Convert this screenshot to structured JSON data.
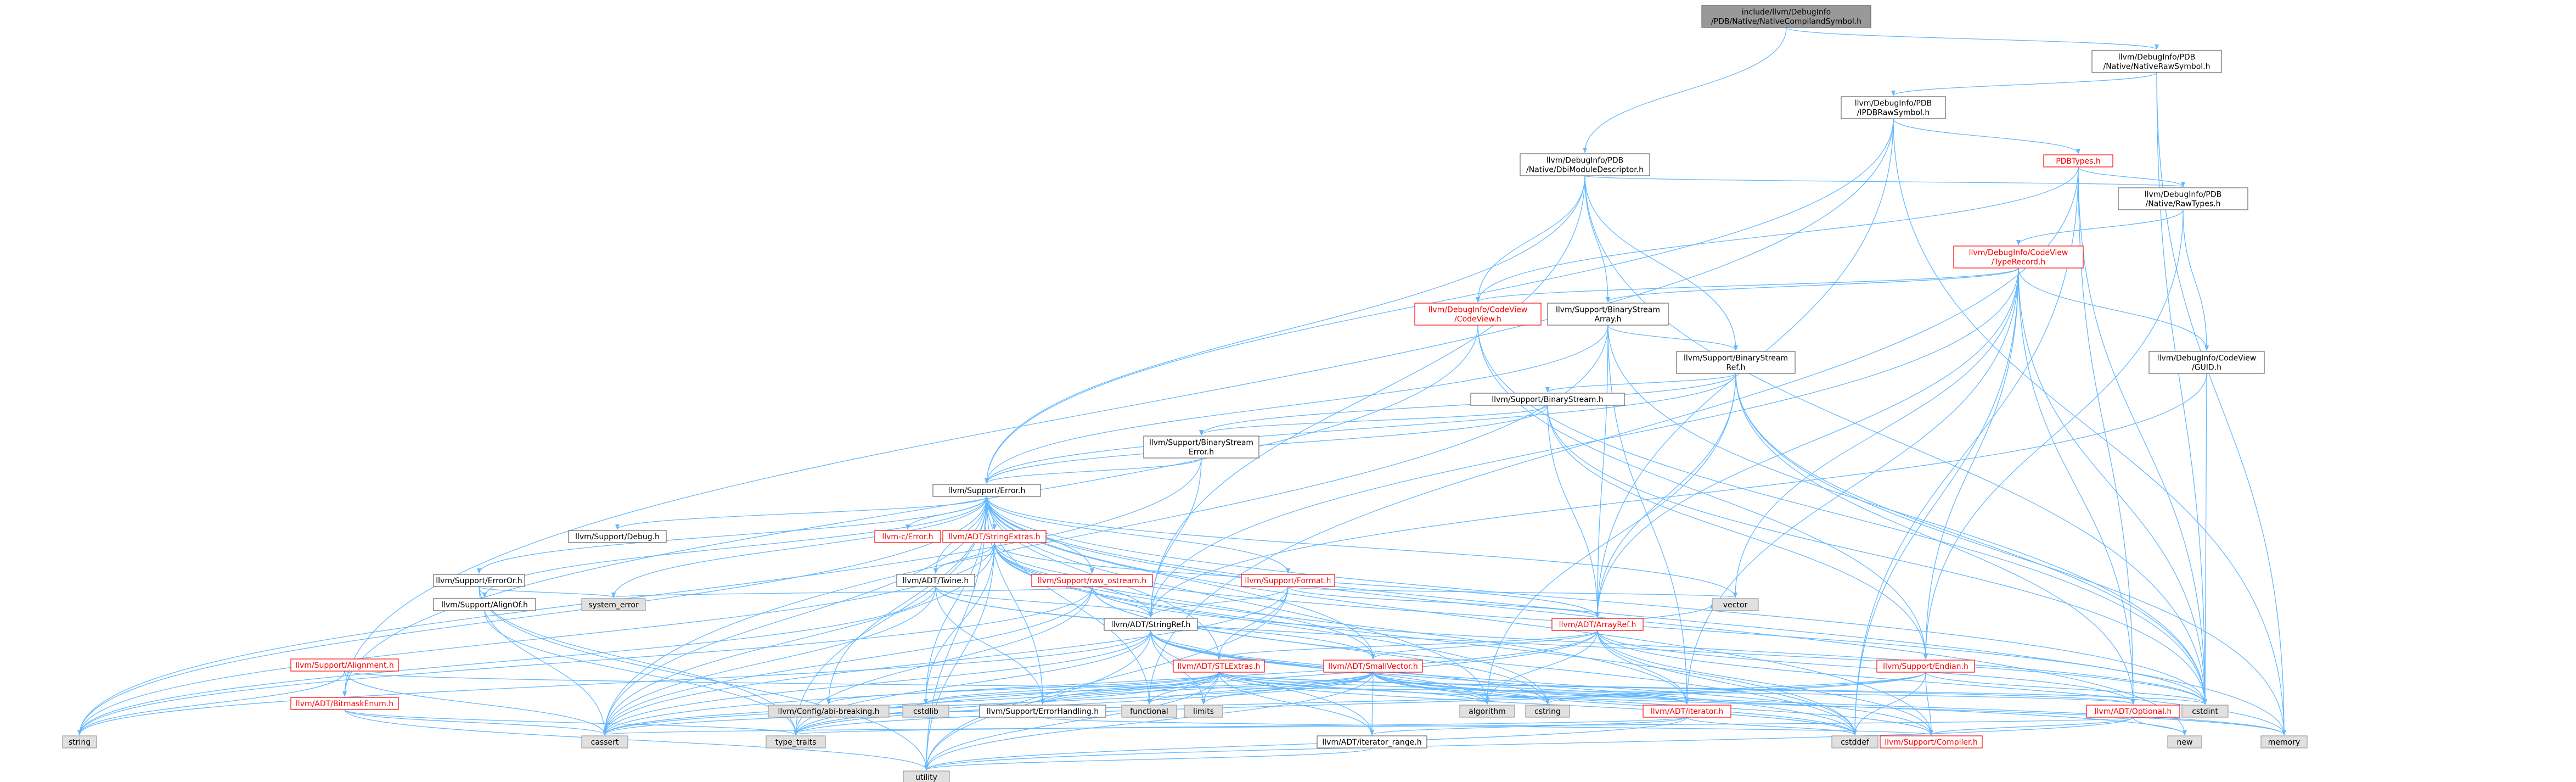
{
  "colors": {
    "root_fill": "#999999",
    "normal_fill": "#ffffff",
    "normal_stroke": "#666666",
    "normal_text": "#000000",
    "red_stroke": "#ff0000",
    "red_text": "#ff0000",
    "sys_fill": "#e0e0e0",
    "sys_stroke": "#999999",
    "edge": "#63b8ff"
  },
  "nodes": [
    {
      "id": "root",
      "lines": [
        "include/llvm/DebugInfo",
        "/PDB/Native/NativeCompilandSymbol.h"
      ],
      "kind": "root"
    },
    {
      "id": "nativeraw",
      "lines": [
        "llvm/DebugInfo/PDB",
        "/Native/NativeRawSymbol.h"
      ],
      "kind": "normal"
    },
    {
      "id": "ipdbraw",
      "lines": [
        "llvm/DebugInfo/PDB",
        "/IPDBRawSymbol.h"
      ],
      "kind": "normal"
    },
    {
      "id": "dbimod",
      "lines": [
        "llvm/DebugInfo/PDB",
        "/Native/DbiModuleDescriptor.h"
      ],
      "kind": "normal"
    },
    {
      "id": "pdbtypes",
      "lines": [
        "PDBTypes.h"
      ],
      "kind": "red"
    },
    {
      "id": "rawtypes",
      "lines": [
        "llvm/DebugInfo/PDB",
        "/Native/RawTypes.h"
      ],
      "kind": "normal"
    },
    {
      "id": "typerecord",
      "lines": [
        "llvm/DebugInfo/CodeView",
        "/TypeRecord.h"
      ],
      "kind": "red"
    },
    {
      "id": "codeview",
      "lines": [
        "llvm/DebugInfo/CodeView",
        "/CodeView.h"
      ],
      "kind": "red"
    },
    {
      "id": "bsarray",
      "lines": [
        "llvm/Support/BinaryStream",
        "Array.h"
      ],
      "kind": "normal"
    },
    {
      "id": "bsref",
      "lines": [
        "llvm/Support/BinaryStream",
        "Ref.h"
      ],
      "kind": "normal"
    },
    {
      "id": "guid",
      "lines": [
        "llvm/DebugInfo/CodeView",
        "/GUID.h"
      ],
      "kind": "normal"
    },
    {
      "id": "bstream",
      "lines": [
        "llvm/Support/BinaryStream.h"
      ],
      "kind": "normal"
    },
    {
      "id": "bserror",
      "lines": [
        "llvm/Support/BinaryStream",
        "Error.h"
      ],
      "kind": "normal"
    },
    {
      "id": "error",
      "lines": [
        "llvm/Support/Error.h"
      ],
      "kind": "normal"
    },
    {
      "id": "debug",
      "lines": [
        "llvm/Support/Debug.h"
      ],
      "kind": "normal"
    },
    {
      "id": "cerror",
      "lines": [
        "llvm-c/Error.h"
      ],
      "kind": "red"
    },
    {
      "id": "strextras",
      "lines": [
        "llvm/ADT/StringExtras.h"
      ],
      "kind": "red"
    },
    {
      "id": "rawostream",
      "lines": [
        "llvm/Support/raw_ostream.h"
      ],
      "kind": "red"
    },
    {
      "id": "format",
      "lines": [
        "llvm/Support/Format.h"
      ],
      "kind": "red"
    },
    {
      "id": "errorors",
      "lines": [
        "llvm/Support/ErrorOr.h"
      ],
      "kind": "normal"
    },
    {
      "id": "twine",
      "lines": [
        "llvm/ADT/Twine.h"
      ],
      "kind": "normal"
    },
    {
      "id": "syserr",
      "lines": [
        "system_error"
      ],
      "kind": "sys"
    },
    {
      "id": "alignof",
      "lines": [
        "llvm/Support/AlignOf.h"
      ],
      "kind": "normal"
    },
    {
      "id": "stringref",
      "lines": [
        "llvm/ADT/StringRef.h"
      ],
      "kind": "normal"
    },
    {
      "id": "arrayref",
      "lines": [
        "llvm/ADT/ArrayRef.h"
      ],
      "kind": "red"
    },
    {
      "id": "vector",
      "lines": [
        "vector"
      ],
      "kind": "sys"
    },
    {
      "id": "alignment",
      "lines": [
        "llvm/Support/Alignment.h"
      ],
      "kind": "red"
    },
    {
      "id": "bitmask",
      "lines": [
        "llvm/ADT/BitmaskEnum.h"
      ],
      "kind": "red"
    },
    {
      "id": "stlextras",
      "lines": [
        "llvm/ADT/STLExtras.h"
      ],
      "kind": "red"
    },
    {
      "id": "smallvector",
      "lines": [
        "llvm/ADT/SmallVector.h"
      ],
      "kind": "red"
    },
    {
      "id": "endian",
      "lines": [
        "llvm/Support/Endian.h"
      ],
      "kind": "red"
    },
    {
      "id": "cstdint",
      "lines": [
        "cstdint"
      ],
      "kind": "sys"
    },
    {
      "id": "configbreak",
      "lines": [
        "llvm/Config/abi-breaking.h"
      ],
      "kind": "sys"
    },
    {
      "id": "cstdlib",
      "lines": [
        "cstdlib"
      ],
      "kind": "sys"
    },
    {
      "id": "errhandling",
      "lines": [
        "llvm/Support/ErrorHandling.h"
      ],
      "kind": "normal"
    },
    {
      "id": "functional",
      "lines": [
        "functional"
      ],
      "kind": "sys"
    },
    {
      "id": "limits",
      "lines": [
        "limits"
      ],
      "kind": "sys"
    },
    {
      "id": "algorithm",
      "lines": [
        "algorithm"
      ],
      "kind": "sys"
    },
    {
      "id": "cstring",
      "lines": [
        "cstring"
      ],
      "kind": "sys"
    },
    {
      "id": "iterator",
      "lines": [
        "llvm/ADT/iterator.h"
      ],
      "kind": "red"
    },
    {
      "id": "optional",
      "lines": [
        "llvm/ADT/Optional.h"
      ],
      "kind": "red"
    },
    {
      "id": "string",
      "lines": [
        "string"
      ],
      "kind": "sys"
    },
    {
      "id": "cassert",
      "lines": [
        "cassert"
      ],
      "kind": "sys"
    },
    {
      "id": "typetraits",
      "lines": [
        "type_traits"
      ],
      "kind": "sys"
    },
    {
      "id": "iterrange",
      "lines": [
        "llvm/ADT/iterator_range.h"
      ],
      "kind": "normal"
    },
    {
      "id": "cstddef",
      "lines": [
        "cstddef"
      ],
      "kind": "sys"
    },
    {
      "id": "compiler",
      "lines": [
        "llvm/Support/Compiler.h"
      ],
      "kind": "red"
    },
    {
      "id": "new",
      "lines": [
        "new"
      ],
      "kind": "sys"
    },
    {
      "id": "memory",
      "lines": [
        "memory"
      ],
      "kind": "sys"
    },
    {
      "id": "utility",
      "lines": [
        "utility"
      ],
      "kind": "sys"
    }
  ]
}
